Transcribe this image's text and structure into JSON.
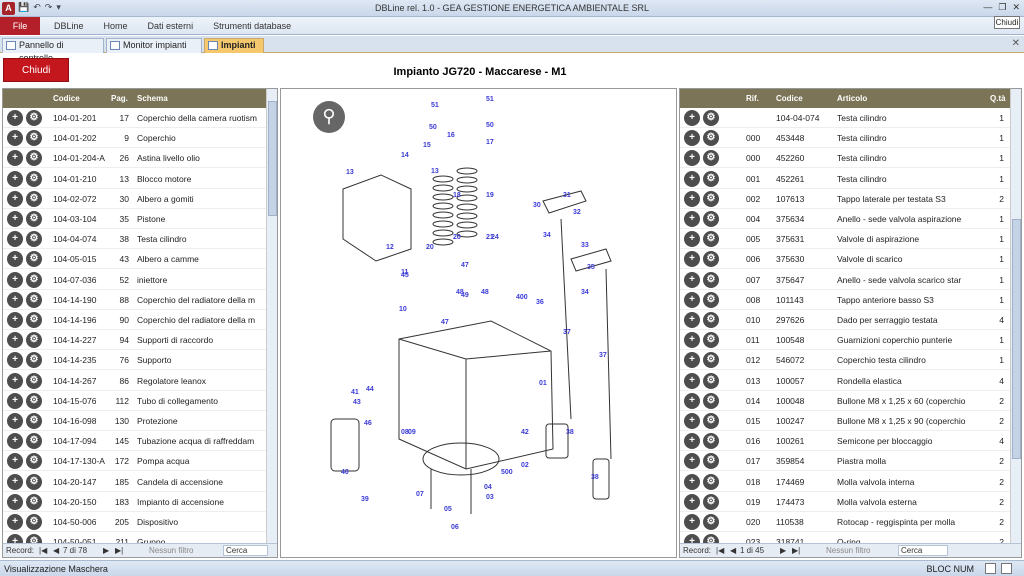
{
  "app": {
    "title": "DBLine rel. 1.0 - GEA GESTIONE ENERGETICA AMBIENTALE SRL",
    "icon_letter": "A"
  },
  "ribbon": {
    "file": "File",
    "menu": [
      "DBLine",
      "Home",
      "Dati esterni",
      "Strumenti database"
    ],
    "tooltip": "Chiudi"
  },
  "tabs": [
    {
      "label": "Pannello di controllo",
      "active": false
    },
    {
      "label": "Monitor impianti",
      "active": false
    },
    {
      "label": "Impianti",
      "active": true
    }
  ],
  "toolbar": {
    "close_label": "Chiudi",
    "page_title": "Impianto JG720 - Maccarese - M1"
  },
  "left_table": {
    "headers": {
      "codice": "Codice",
      "pag": "Pag.",
      "schema": "Schema"
    },
    "rows": [
      {
        "codice": "104-01-201",
        "pag": "17",
        "schema": "Coperchio della camera ruotism"
      },
      {
        "codice": "104-01-202",
        "pag": "9",
        "schema": "Coperchio"
      },
      {
        "codice": "104-01-204-A",
        "pag": "26",
        "schema": "Astina livello olio"
      },
      {
        "codice": "104-01-210",
        "pag": "13",
        "schema": "Blocco motore"
      },
      {
        "codice": "104-02-072",
        "pag": "30",
        "schema": "Albero a gomiti"
      },
      {
        "codice": "104-03-104",
        "pag": "35",
        "schema": "Pistone"
      },
      {
        "codice": "104-04-074",
        "pag": "38",
        "schema": "Testa cilindro"
      },
      {
        "codice": "104-05-015",
        "pag": "43",
        "schema": "Albero a camme"
      },
      {
        "codice": "104-07-036",
        "pag": "52",
        "schema": "iniettore"
      },
      {
        "codice": "104-14-190",
        "pag": "88",
        "schema": "Coperchio del radiatore della m"
      },
      {
        "codice": "104-14-196",
        "pag": "90",
        "schema": "Coperchio del radiatore della m"
      },
      {
        "codice": "104-14-227",
        "pag": "94",
        "schema": "Supporti di raccordo"
      },
      {
        "codice": "104-14-235",
        "pag": "76",
        "schema": "Supporto"
      },
      {
        "codice": "104-14-267",
        "pag": "86",
        "schema": "Regolatore leanox"
      },
      {
        "codice": "104-15-076",
        "pag": "112",
        "schema": "Tubo di collegamento"
      },
      {
        "codice": "104-16-098",
        "pag": "130",
        "schema": "Protezione"
      },
      {
        "codice": "104-17-094",
        "pag": "145",
        "schema": "Tubazione acqua di raffreddam"
      },
      {
        "codice": "104-17-130-A",
        "pag": "172",
        "schema": "Pompa acqua"
      },
      {
        "codice": "104-20-147",
        "pag": "185",
        "schema": "Candela di accensione"
      },
      {
        "codice": "104-20-150",
        "pag": "183",
        "schema": "Impianto di accensione"
      },
      {
        "codice": "104-50-006",
        "pag": "205",
        "schema": "Dispositivo"
      },
      {
        "codice": "104-50-051",
        "pag": "211",
        "schema": "Gruppo"
      }
    ],
    "nav": {
      "record_label": "Record:",
      "position": "7 di 78",
      "filter": "Nessun filtro",
      "search": "Cerca"
    }
  },
  "right_table": {
    "headers": {
      "rif": "Rif.",
      "codice": "Codice",
      "articolo": "Articolo",
      "qta": "Q.tà"
    },
    "rows": [
      {
        "rif": "",
        "codice": "104-04-074",
        "articolo": "Testa cilindro",
        "qta": "1"
      },
      {
        "rif": "000",
        "codice": "453448",
        "articolo": "Testa cilindro",
        "qta": "1"
      },
      {
        "rif": "000",
        "codice": "452260",
        "articolo": "Testa cilindro",
        "qta": "1"
      },
      {
        "rif": "001",
        "codice": "452261",
        "articolo": "Testa cilindro",
        "qta": "1"
      },
      {
        "rif": "002",
        "codice": "107613",
        "articolo": "Tappo laterale per testata S3",
        "qta": "2"
      },
      {
        "rif": "004",
        "codice": "375634",
        "articolo": "Anello - sede valvola aspirazione",
        "qta": "1"
      },
      {
        "rif": "005",
        "codice": "375631",
        "articolo": "Valvole di aspirazione",
        "qta": "1"
      },
      {
        "rif": "006",
        "codice": "375630",
        "articolo": "Valvole di scarico",
        "qta": "1"
      },
      {
        "rif": "007",
        "codice": "375647",
        "articolo": "Anello - sede valvola scarico star",
        "qta": "1"
      },
      {
        "rif": "008",
        "codice": "101143",
        "articolo": "Tappo anteriore basso S3",
        "qta": "1"
      },
      {
        "rif": "010",
        "codice": "297626",
        "articolo": "Dado per serraggio testata",
        "qta": "4"
      },
      {
        "rif": "011",
        "codice": "100548",
        "articolo": "Guarnizioni coperchio punterie",
        "qta": "1"
      },
      {
        "rif": "012",
        "codice": "546072",
        "articolo": "Coperchio testa cilindro",
        "qta": "1"
      },
      {
        "rif": "013",
        "codice": "100057",
        "articolo": "Rondella elastica",
        "qta": "4"
      },
      {
        "rif": "014",
        "codice": "100048",
        "articolo": "Bullone M8 x 1,25 x 60 (coperchio",
        "qta": "2"
      },
      {
        "rif": "015",
        "codice": "100247",
        "articolo": "Bullone M8 x 1,25 x 90 (coperchio",
        "qta": "2"
      },
      {
        "rif": "016",
        "codice": "100261",
        "articolo": "Semicone per bloccaggio",
        "qta": "4"
      },
      {
        "rif": "017",
        "codice": "359854",
        "articolo": "Piastra molla",
        "qta": "2"
      },
      {
        "rif": "018",
        "codice": "174469",
        "articolo": "Molla valvola interna",
        "qta": "2"
      },
      {
        "rif": "019",
        "codice": "174473",
        "articolo": "Molla valvola esterna",
        "qta": "2"
      },
      {
        "rif": "020",
        "codice": "110538",
        "articolo": "Rotocap - reggispinta per molla",
        "qta": "2"
      },
      {
        "rif": "023",
        "codice": "318741",
        "articolo": "O-ring",
        "qta": "2"
      }
    ],
    "nav": {
      "record_label": "Record:",
      "position": "1 di 45",
      "filter": "Nessun filtro",
      "search": "Cerca"
    }
  },
  "diagram": {
    "part_labels": [
      "51",
      "51",
      "50",
      "50",
      "16",
      "15",
      "17",
      "14",
      "13",
      "13",
      "19",
      "18",
      "20",
      "20",
      "21",
      "24",
      "47",
      "48",
      "48",
      "12",
      "11",
      "45",
      "10",
      "49",
      "47",
      "400",
      "36",
      "31",
      "30",
      "32",
      "33",
      "34",
      "35",
      "34",
      "37",
      "37",
      "01",
      "09",
      "43",
      "44",
      "46",
      "40",
      "39",
      "41",
      "42",
      "38",
      "38",
      "08",
      "07",
      "05",
      "04",
      "03",
      "500",
      "02",
      "06"
    ]
  },
  "statusbar": {
    "left": "Visualizzazione Maschera",
    "right": "BLOC NUM"
  }
}
